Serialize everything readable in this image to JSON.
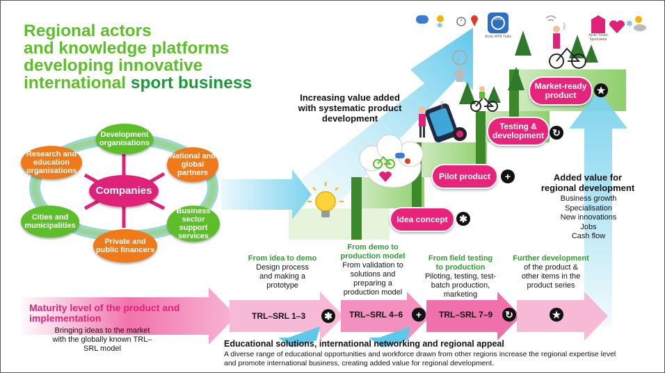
{
  "title": {
    "line1": "Regional actors",
    "line2": "and knowledge platforms",
    "line3": "developing innovative",
    "line4_start": "international ",
    "line4_highlight": "sport business"
  },
  "cycle": {
    "center": "Companies",
    "nodes": {
      "top": "Development organisations",
      "top_right": "National and global partners",
      "right": "Business sector support services",
      "bottom": "Private and public financers",
      "left": "Cities and municipalities",
      "top_left": "Research and education organisations"
    }
  },
  "arrow_label": "Increasing value added with systematic product development",
  "stages": {
    "idea": "Idea concept",
    "pilot": "Pilot product",
    "testing": "Testing & development",
    "market": "Market-ready product"
  },
  "app_labels": {
    "trails": "Arctic MTB Trails",
    "sportswear": "Arctic Smart Sportswear",
    "mtb": "MTB"
  },
  "regional": {
    "heading": "Added value for regional development",
    "items": [
      "Business growth",
      "Specialisation",
      "New innovations",
      "Jobs",
      "Cash flow"
    ]
  },
  "phases": [
    {
      "title": "From idea to demo",
      "body": "Design process and making a prototype"
    },
    {
      "title": "From demo to production model",
      "body": "From validation to solutions and preparing a production model"
    },
    {
      "title": "From field testing to production",
      "body": "Piloting, testing, test-batch production, marketing"
    },
    {
      "title": "Further development",
      "body": "of the product & other items in the product series"
    }
  ],
  "maturity": {
    "title": "Maturity level of the product and implementation",
    "body": "Bringing ideas to the market with the globally known TRL–SRL model"
  },
  "trl": [
    "TRL–SRL 1–3",
    "TRL–SRL 4–6",
    "TRL–SRL 7–9"
  ],
  "education": {
    "heading": "Educational solutions, international networking and regional appeal",
    "body": "A diverse range of educational opportunities and workforce drawn from other regions increase the regional expertise level and promote international business, creating added value for regional development."
  },
  "colors": {
    "title_green": "#5cbf2a",
    "highlight_green": "#1a9a3a",
    "stage_pink": "#e8237a",
    "arrow_blue": "#7dd3ee",
    "node_green": "#5cbf2a",
    "node_orange": "#f07a1a",
    "node_magenta": "#e0217a"
  },
  "icons": [
    "gamepad-icon",
    "weather-icon",
    "timer-icon",
    "location-pin-icon",
    "bluetooth-icon",
    "wifi-icon",
    "heart-rate-icon",
    "lightbulb-icon",
    "info-icon",
    "bicycle-icon",
    "tree-icon"
  ]
}
